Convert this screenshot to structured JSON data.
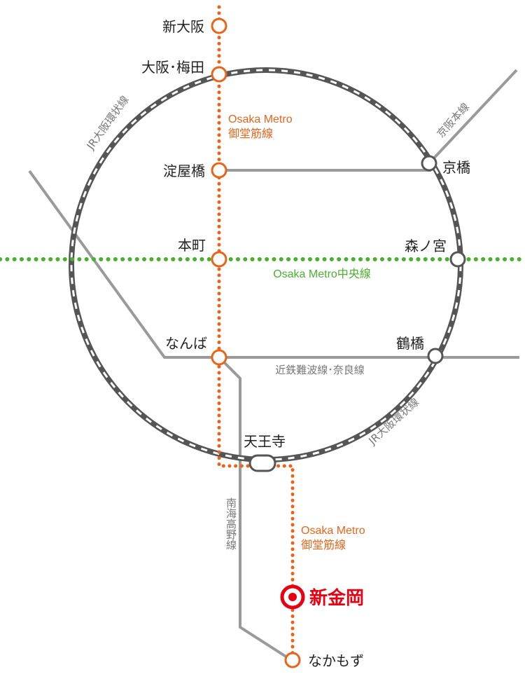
{
  "stations": {
    "shin_osaka": "新大阪",
    "osaka_umeda": "大阪･梅田",
    "yodoyabashi": "淀屋橋",
    "hommachi": "本町",
    "namba": "なんば",
    "tennoji": "天王寺",
    "shinkanaoka": "新金岡",
    "nakamozu": "なかもず",
    "kyobashi": "京橋",
    "morinomiya": "森ノ宮",
    "tsuruhashi": "鶴橋"
  },
  "lines": {
    "midosuji_en": "Osaka Metro",
    "midosuji_jp": "御堂筋線",
    "chuo": "Osaka Metro中央線",
    "jr_loop": "JR大阪環状線",
    "keihan": "京阪本線",
    "kintetsu": "近鉄難波線･奈良線",
    "nankai": "南海高野線"
  },
  "colors": {
    "midosuji": "#e8641b",
    "chuo": "#4caf32",
    "jr_loop": "#555555",
    "private_rail": "#9a9a9a",
    "highlight": "#e60012"
  }
}
